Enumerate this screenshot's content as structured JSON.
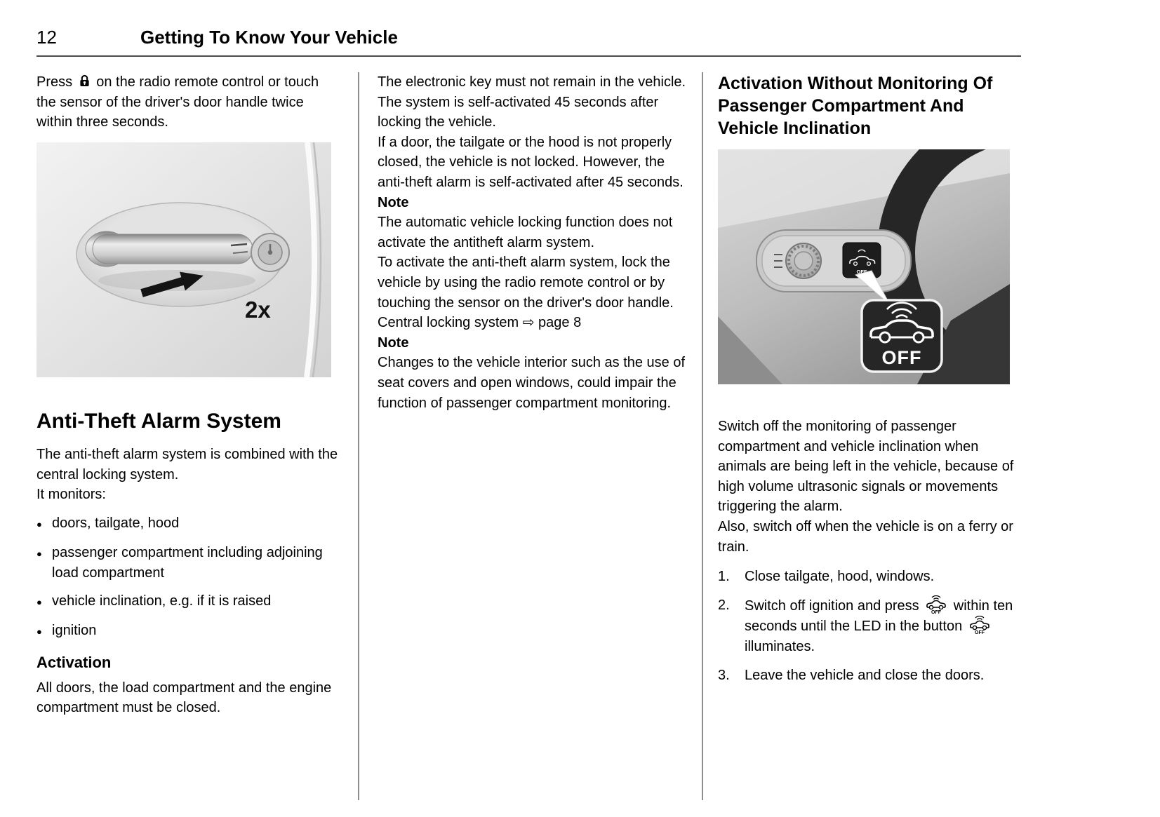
{
  "header": {
    "page_number": "12",
    "chapter_title": "Getting To Know Your Vehicle"
  },
  "icons": {
    "remote_lock": "lock-icon",
    "press_arrow": "arrow-icon",
    "vehicle_off": "vehicle-off-icon"
  },
  "col1": {
    "intro": {
      "pre": "Press",
      "post": "on the radio remote control or touch the sensor of the driver's door handle twice within three seconds."
    },
    "handle_image": {
      "label": "2x"
    },
    "section_heading": "Anti-Theft Alarm System",
    "para1": "The anti-theft alarm system is combined with the central locking system.",
    "para2": "It monitors:",
    "bullets": [
      "doors, tailgate, hood",
      "passenger compartment including adjoining load compartment",
      "vehicle inclination, e.g. if it is raised",
      "ignition"
    ],
    "subheading": "Activation",
    "para3": "All doors, the load compartment and the engine compartment must be closed."
  },
  "col2": {
    "paragraphs": [
      {
        "text": "The electronic key must not remain in the vehicle."
      },
      {
        "text": "The system is self-activated 45 seconds after locking the vehicle."
      },
      {
        "text": "If a door, the tailgate or the hood is not properly closed, the vehicle is not locked. However, the anti-theft alarm is self-activated after 45 seconds."
      },
      {
        "text": "Note"
      },
      {
        "text": "The automatic vehicle locking function does not activate the antitheft alarm system."
      },
      {
        "text": "To activate the anti-theft alarm system, lock the vehicle by using the radio remote control or by touching the sensor on the driver's door handle."
      },
      {
        "text": "Central locking system ⇨ page 8"
      },
      {
        "text": "Note"
      },
      {
        "text": "Changes to the vehicle interior such as the use of seat covers and open windows, could impair the function of passenger compartment monitoring."
      }
    ]
  },
  "col3": {
    "heading": "Activation Without Monitoring Of Passenger Compartment And Vehicle Inclination",
    "dashboard_image": {
      "button_label": "OFF"
    },
    "para1": "Switch off the monitoring of passenger compartment and vehicle inclination when animals are being left in the vehicle, because of high volume ultrasonic signals or movements triggering the alarm.",
    "para2": "Also, switch off when the vehicle is on a ferry or train.",
    "steps": [
      {
        "number": "1.",
        "text": "Close tailgate, hood, windows."
      },
      {
        "number": "2.",
        "part1": "Switch off ignition and press",
        "part2": "within ten seconds until the LED in the button",
        "part3": "illuminates."
      },
      {
        "number": "3.",
        "text": "Leave the vehicle and close the doors."
      }
    ]
  }
}
